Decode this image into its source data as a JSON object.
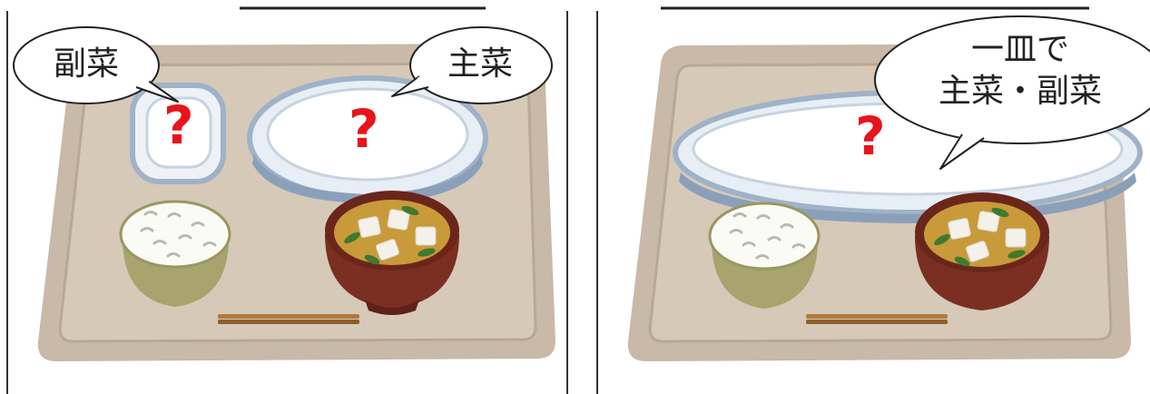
{
  "left_panel": {
    "bubble_side": "副菜",
    "bubble_main": "主菜",
    "question_small": "?",
    "question_large": "?"
  },
  "right_panel": {
    "bubble_line1": "一皿で",
    "bubble_line2": "主菜・副菜",
    "question_plate": "?"
  },
  "colors": {
    "tray_outer": "#c8b9a8",
    "tray_inner": "#d6c9b8",
    "plate_rim": "#9fb2c8",
    "plate_fill": "#ffffff",
    "rice_bowl": "#a7a46d",
    "soup_bowl": "#7a2f22",
    "chopsticks": "#b07a3c",
    "question": "#e8141b"
  }
}
